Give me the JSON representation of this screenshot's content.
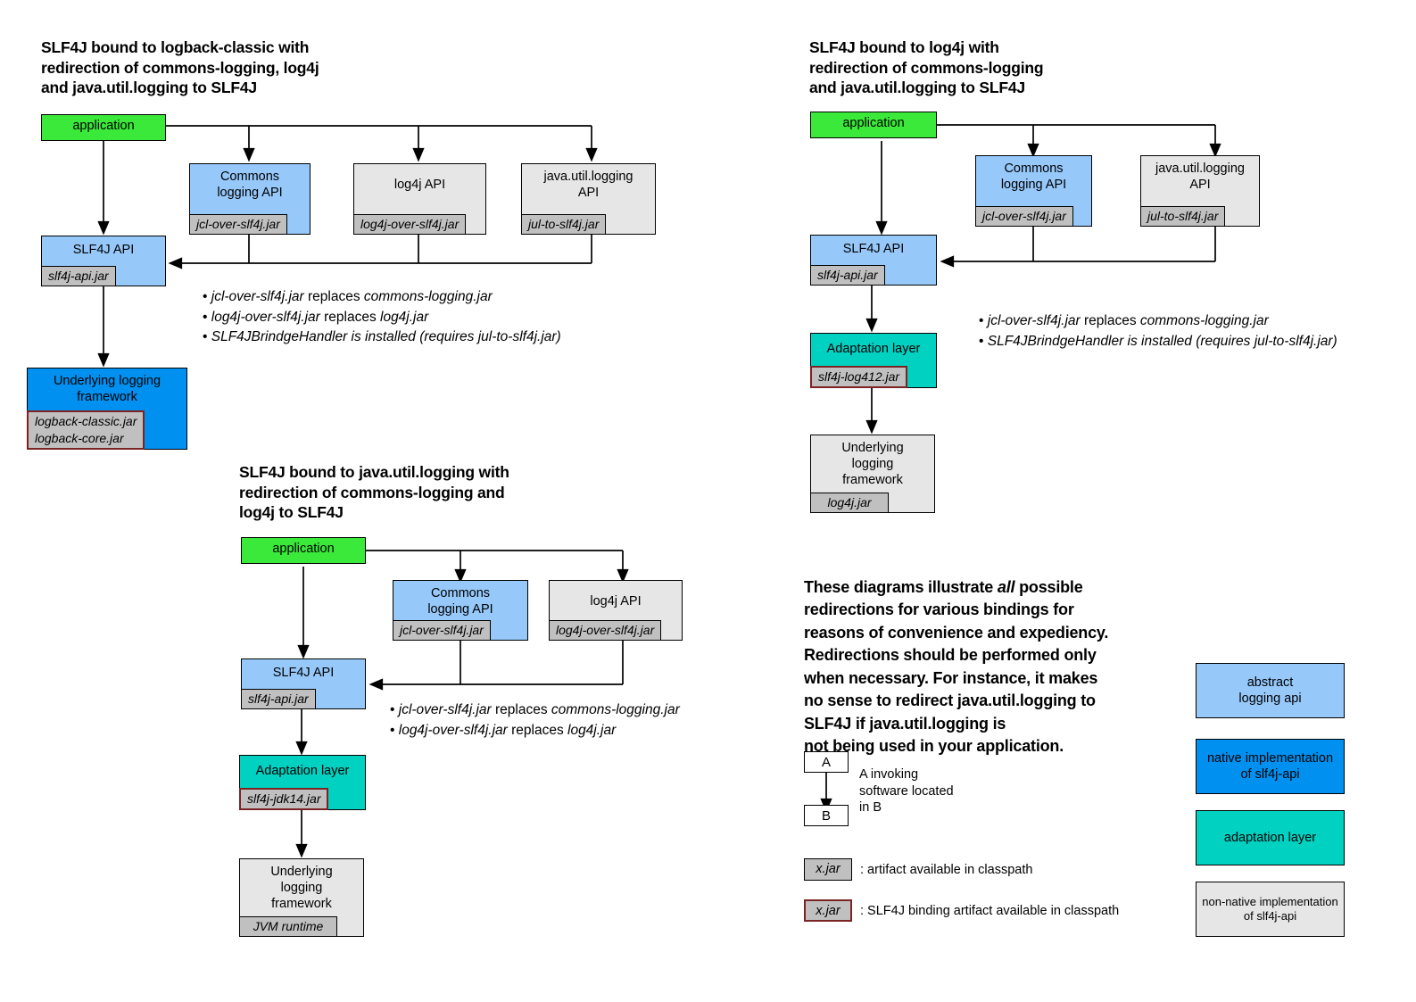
{
  "colors": {
    "application": "#3ae93a",
    "abstract_logging_api": "#96c8fa",
    "native_implementation": "#0090f0",
    "adaptation_layer": "#00d1c1",
    "non_native_implementation": "#e6e6e6",
    "jar_chip": "#c0c0c0",
    "binding_border": "#7c2323",
    "line": "#000000"
  },
  "diagram1": {
    "title": "SLF4J bound to logback-classic with\nredirection of commons-logging, log4j\nand java.util.logging to SLF4J",
    "application": "application",
    "commons": {
      "label": "Commons\nlogging API",
      "jar": "jcl-over-slf4j.jar"
    },
    "log4j": {
      "label": "log4j API",
      "jar": "log4j-over-slf4j.jar"
    },
    "jul": {
      "label": "java.util.logging\nAPI",
      "jar": "jul-to-slf4j.jar"
    },
    "slf4j_api": {
      "label": "SLF4J API",
      "jar": "slf4j-api.jar"
    },
    "underlying": {
      "label": "Underlying logging\nframework",
      "jar": "logback-classic.jar\nlogback-core.jar"
    },
    "bullets": [
      {
        "bullet": "•",
        "a": "jcl-over-slf4j.jar",
        "mid": " replaces ",
        "b": "commons-logging.jar",
        "tail": ""
      },
      {
        "bullet": "•",
        "a": "log4j-over-slf4j.jar",
        "mid": " replaces ",
        "b": "log4j.jar",
        "tail": ""
      },
      {
        "bullet": "•",
        "a": "SLF4JBrindgeHandler is installed (requires jul-to-slf4j.jar)",
        "mid": "",
        "b": "",
        "tail": ""
      }
    ]
  },
  "diagram2": {
    "title": "SLF4J bound to log4j with\nredirection of commons-logging\nand java.util.logging to SLF4J",
    "application": "application",
    "commons": {
      "label": "Commons\nlogging API",
      "jar": "jcl-over-slf4j.jar"
    },
    "jul": {
      "label": "java.util.logging\nAPI",
      "jar": "jul-to-slf4j.jar"
    },
    "slf4j_api": {
      "label": "SLF4J API",
      "jar": "slf4j-api.jar"
    },
    "adaptation": {
      "label": "Adaptation layer",
      "jar": "slf4j-log412.jar"
    },
    "underlying": {
      "label": "Underlying\nlogging\nframework",
      "jar": "log4j.jar"
    },
    "bullets": [
      {
        "bullet": "•",
        "a": "jcl-over-slf4j.jar",
        "mid": " replaces ",
        "b": "commons-logging.jar",
        "tail": ""
      },
      {
        "bullet": "•",
        "a": "SLF4JBrindgeHandler is installed (requires jul-to-slf4j.jar)",
        "mid": "",
        "b": "",
        "tail": ""
      }
    ]
  },
  "diagram3": {
    "title": "SLF4J bound to java.util.logging with\nredirection of commons-logging and\nlog4j to SLF4J",
    "application": "application",
    "commons": {
      "label": "Commons\nlogging API",
      "jar": "jcl-over-slf4j.jar"
    },
    "log4j": {
      "label": "log4j API",
      "jar": "log4j-over-slf4j.jar"
    },
    "slf4j_api": {
      "label": "SLF4J API",
      "jar": "slf4j-api.jar"
    },
    "adaptation": {
      "label": "Adaptation layer",
      "jar": "slf4j-jdk14.jar"
    },
    "underlying": {
      "label": "Underlying\nlogging\nframework",
      "jar": "JVM runtime"
    },
    "bullets": [
      {
        "bullet": "•",
        "a": "jcl-over-slf4j.jar",
        "mid": " replaces ",
        "b": "commons-logging.jar",
        "tail": ""
      },
      {
        "bullet": "•",
        "a": "log4j-over-slf4j.jar",
        "mid": " replaces ",
        "b": "log4j.jar",
        "tail": ""
      }
    ]
  },
  "note": "These diagrams illustrate all possible\nredirections for various bindings for\nreasons of convenience and expediency.\nRedirections should be performed only\nwhen necessary. For instance, it makes\nno sense to redirect java.util.logging to\nSLF4J if java.util.logging is\nnot being used in your application.",
  "note_italic_word": "all",
  "legend": {
    "a_box": "A",
    "b_box": "B",
    "ab_caption": "A invoking\nsoftware located\nin B",
    "jar_chip": "x.jar",
    "jar_caption": ": artifact available in classpath",
    "binding_chip": "x.jar",
    "binding_caption": ": SLF4J binding artifact available in classpath",
    "swatches": [
      {
        "label": "abstract\nlogging api",
        "color": "#96c8fa"
      },
      {
        "label": "native implementation\nof slf4j-api",
        "color": "#0090f0"
      },
      {
        "label": "adaptation layer",
        "color": "#00d1c1"
      },
      {
        "label": "non-native implementation\nof slf4j-api",
        "color": "#e6e6e6"
      }
    ]
  }
}
